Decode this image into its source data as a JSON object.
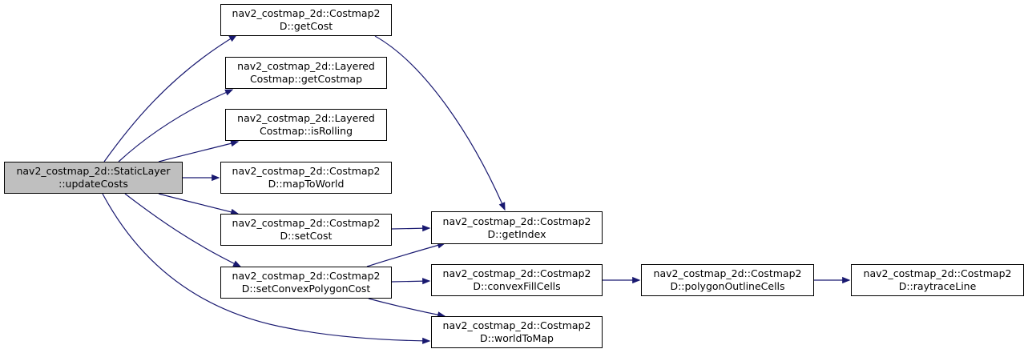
{
  "graph": {
    "colors": {
      "edge": "#191970",
      "root_fill": "#bfbfbf",
      "node_fill": "#ffffff",
      "node_border": "#000000"
    },
    "nodes": {
      "root": {
        "line1": "nav2_costmap_2d::StaticLayer",
        "line2": "::updateCosts"
      },
      "getCost": {
        "line1": "nav2_costmap_2d::Costmap2",
        "line2": "D::getCost"
      },
      "getCostmap": {
        "line1": "nav2_costmap_2d::Layered",
        "line2": "Costmap::getCostmap"
      },
      "isRolling": {
        "line1": "nav2_costmap_2d::Layered",
        "line2": "Costmap::isRolling"
      },
      "mapToWorld": {
        "line1": "nav2_costmap_2d::Costmap2",
        "line2": "D::mapToWorld"
      },
      "setCost": {
        "line1": "nav2_costmap_2d::Costmap2",
        "line2": "D::setCost"
      },
      "setConvexPolygonCost": {
        "line1": "nav2_costmap_2d::Costmap2",
        "line2": "D::setConvexPolygonCost"
      },
      "getIndex": {
        "line1": "nav2_costmap_2d::Costmap2",
        "line2": "D::getIndex"
      },
      "convexFillCells": {
        "line1": "nav2_costmap_2d::Costmap2",
        "line2": "D::convexFillCells"
      },
      "worldToMap": {
        "line1": "nav2_costmap_2d::Costmap2",
        "line2": "D::worldToMap"
      },
      "polygonOutlineCells": {
        "line1": "nav2_costmap_2d::Costmap2",
        "line2": "D::polygonOutlineCells"
      },
      "raytraceLine": {
        "line1": "nav2_costmap_2d::Costmap2",
        "line2": "D::raytraceLine"
      }
    },
    "edges": [
      [
        "root",
        "getCost"
      ],
      [
        "root",
        "getCostmap"
      ],
      [
        "root",
        "isRolling"
      ],
      [
        "root",
        "mapToWorld"
      ],
      [
        "root",
        "setCost"
      ],
      [
        "root",
        "setConvexPolygonCost"
      ],
      [
        "root",
        "worldToMap"
      ],
      [
        "getCost",
        "getIndex"
      ],
      [
        "setCost",
        "getIndex"
      ],
      [
        "setConvexPolygonCost",
        "getIndex"
      ],
      [
        "setConvexPolygonCost",
        "convexFillCells"
      ],
      [
        "setConvexPolygonCost",
        "worldToMap"
      ],
      [
        "convexFillCells",
        "polygonOutlineCells"
      ],
      [
        "polygonOutlineCells",
        "raytraceLine"
      ]
    ]
  }
}
